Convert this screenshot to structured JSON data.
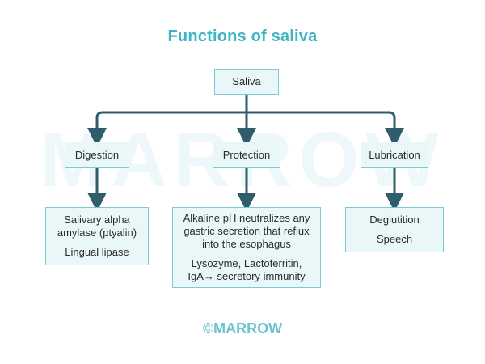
{
  "title": "Functions of saliva",
  "watermark": "MARROW",
  "root": {
    "label": "Saliva"
  },
  "branches": [
    {
      "label": "Digestion",
      "details": [
        "Salivary alpha amylase (ptyalin)",
        "Lingual lipase"
      ]
    },
    {
      "label": "Protection",
      "details": [
        "Alkaline pH neutralizes any gastric secretion that reflux into the esophagus",
        "Lysozyme, Lactoferritin, IgA→ secretory immunity"
      ]
    },
    {
      "label": "Lubrication",
      "details": [
        "Deglutition",
        "Speech"
      ]
    }
  ],
  "footer": {
    "symbol": "©",
    "brand": "MARROW"
  },
  "colors": {
    "title": "#3fb4c4",
    "box_fill": "#e9f7f9",
    "box_border": "#7dcad6",
    "connector": "#2f5d6b"
  }
}
